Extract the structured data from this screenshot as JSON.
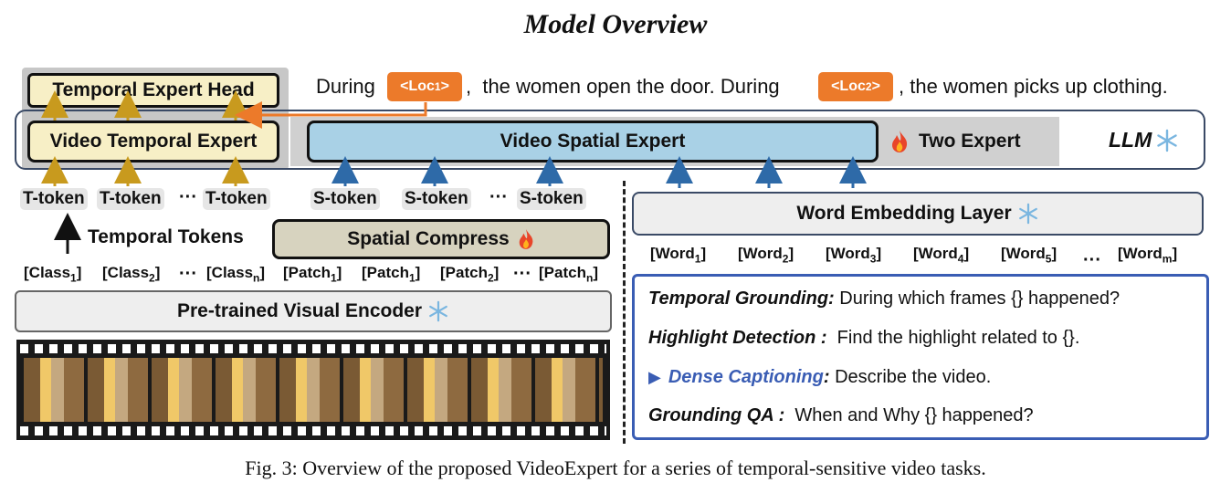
{
  "title": "Model Overview",
  "caption": "Fig. 3: Overview of the proposed VideoExpert for a series of temporal-sensitive video tasks.",
  "modules": {
    "temporal_head": "Temporal Expert Head",
    "video_temporal_expert": "Video Temporal Expert",
    "video_spatial_expert": "Video Spatial Expert",
    "two_expert": "Two Expert",
    "llm": "LLM",
    "word_embedding": "Word Embedding Layer",
    "spatial_compress": "Spatial Compress",
    "visual_encoder": "Pre-trained Visual Encoder",
    "temporal_tokens": "Temporal Tokens"
  },
  "sentence": {
    "p1": "During",
    "loc1_base": "<Loc",
    "loc1_sub": "1",
    "loc_end": ">",
    "p2": ",  the women open the door. During",
    "loc2_base": "<Loc",
    "loc2_sub": "2",
    "p3": ", the women picks up clothing."
  },
  "tokens": {
    "t_token": "T-token",
    "s_token": "S-token",
    "ellipsis": "···"
  },
  "class_tokens": [
    {
      "base": "[Class",
      "sub": "1",
      "end": "]"
    },
    {
      "base": "[Class",
      "sub": "2",
      "end": "]"
    },
    {
      "base": "[Class",
      "sub": "n",
      "end": "]"
    }
  ],
  "patch_tokens": [
    {
      "base": "[Patch",
      "sub": "1",
      "end": "]"
    },
    {
      "base": "[Patch",
      "sub": "1",
      "end": "]"
    },
    {
      "base": "[Patch",
      "sub": "2",
      "end": "]"
    },
    {
      "base": "[Patch",
      "sub": "n",
      "end": "]"
    }
  ],
  "word_tokens": [
    {
      "base": "[Word",
      "sub": "1",
      "end": "]"
    },
    {
      "base": "[Word",
      "sub": "2",
      "end": "]"
    },
    {
      "base": "[Word",
      "sub": "3",
      "end": "]"
    },
    {
      "base": "[Word",
      "sub": "4",
      "end": "]"
    },
    {
      "base": "[Word",
      "sub": "5",
      "end": "]"
    },
    {
      "base": "[Word",
      "sub": "m",
      "end": "]"
    }
  ],
  "tasks": [
    {
      "key": "Temporal Grounding:",
      "text": " During which frames {} happened?"
    },
    {
      "key": "Highlight Detection :",
      "text": "  Find the highlight related to {}."
    },
    {
      "key": "Dense Captioning",
      "colon": ":",
      "text": " Describe the video."
    },
    {
      "key": "Grounding QA :",
      "text": "  When and Why {} happened?"
    }
  ],
  "colors": {
    "temporal_fill": "#f7efc6",
    "spatial_fill": "#a9d1e6",
    "compress_fill": "#d7d3bf",
    "loc_fill": "#ec7a2a",
    "arrow_gold": "#c89a1e",
    "arrow_blue": "#2e6aa8",
    "task_border": "#3a5db4",
    "dense_blue": "#3a5db4"
  },
  "icons": {
    "fire": "fire-icon",
    "snow": "snowflake-icon",
    "play": "play-triangle-icon"
  }
}
